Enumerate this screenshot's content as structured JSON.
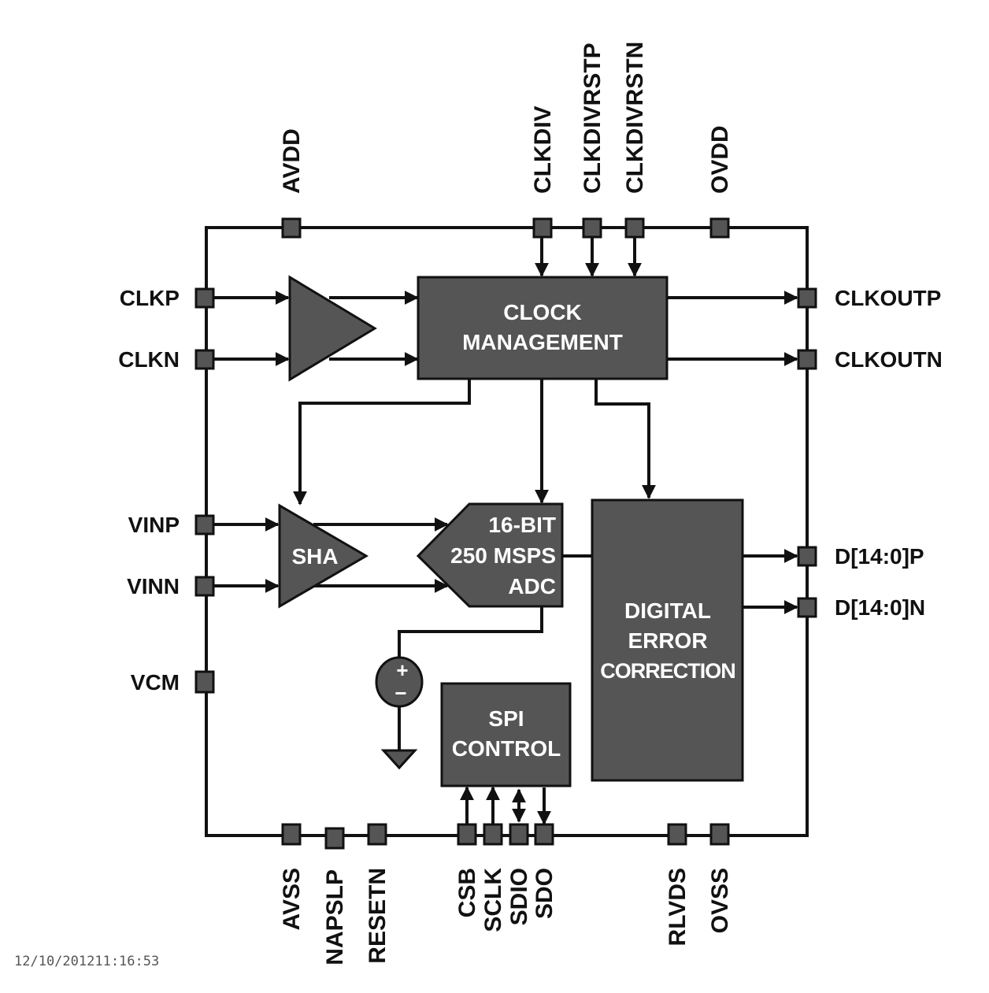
{
  "pins": {
    "top": [
      "AVDD",
      "CLKDIV",
      "CLKDIVRSTP",
      "CLKDIVRSTN",
      "OVDD"
    ],
    "left": [
      "CLKP",
      "CLKN",
      "VINP",
      "VINN",
      "VCM"
    ],
    "right": [
      "CLKOUTP",
      "CLKOUTN",
      "D[14:0]P",
      "D[14:0]N"
    ],
    "bottom": [
      "AVSS",
      "NAPSLP",
      "RESETN",
      "CSB",
      "SCLK",
      "SDIO",
      "SDO",
      "RLVDS",
      "OVSS"
    ]
  },
  "blocks": {
    "clock_management": [
      "CLOCK",
      "MANAGEMENT"
    ],
    "adc": [
      "16-BIT",
      "250 MSPS",
      "ADC"
    ],
    "sha": "SHA",
    "dec": [
      "DIGITAL",
      "ERROR",
      "CORRECTION"
    ],
    "spi": [
      "SPI",
      "CONTROL"
    ],
    "vsource_plus": "+",
    "vsource_minus": "−"
  },
  "timestamp": "12/10/201211:16:53",
  "colors": {
    "block_fill": "#555555",
    "line": "#111111",
    "text_on_block": "#ffffff"
  }
}
